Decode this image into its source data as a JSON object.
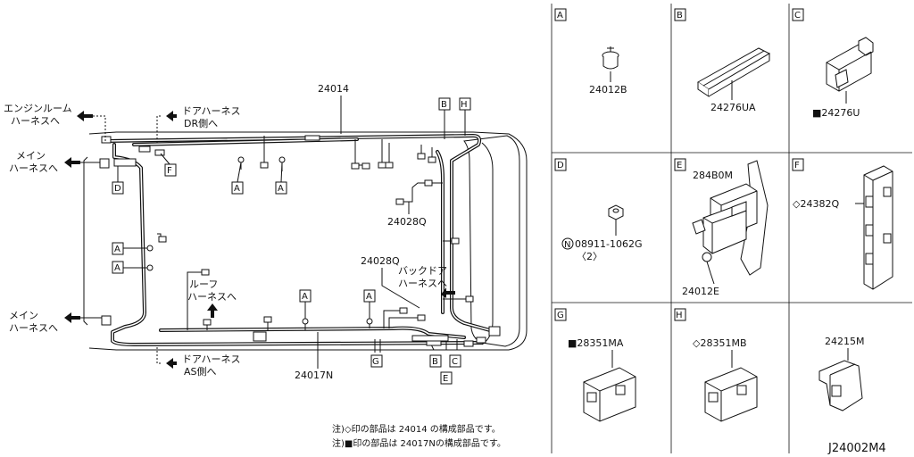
{
  "diagram": {
    "code": "J24002M4",
    "labels": {
      "main_harness": "24014",
      "floor_harness": "24017N",
      "sub_harness_upper": "24028Q",
      "sub_harness_lower": "24028Q",
      "engine_room_1": "エンジンルーム",
      "engine_room_2": "ハーネスへ",
      "main_upper_1": "メイン",
      "main_upper_2": "ハーネスへ",
      "main_lower_1": "メイン",
      "main_lower_2": "ハーネスへ",
      "door_dr_1": "ドアハーネス",
      "door_dr_2": "DR側へ",
      "door_as_1": "ドアハーネス",
      "door_as_2": "AS側へ",
      "roof_1": "ルーフ",
      "roof_2": "ハーネスへ",
      "back_door_1": "バックドア",
      "back_door_2": "ハーネスへ"
    },
    "callouts": [
      "A",
      "B",
      "C",
      "D",
      "E",
      "F",
      "G",
      "H"
    ],
    "notes": [
      "注)◇印の部品は 24014 の構成部品です。",
      "注)■印の部品は 24017Nの構成部品です。"
    ]
  },
  "parts": [
    {
      "letter": "A",
      "part_number": "24012B"
    },
    {
      "letter": "B",
      "part_number": "24276UA"
    },
    {
      "letter": "C",
      "part_number": "■24276U"
    },
    {
      "letter": "D",
      "part_number": "08911-1062G",
      "qty": "〈2〉"
    },
    {
      "letter": "E",
      "part_number": "284B0M",
      "part_number_2": "24012E"
    },
    {
      "letter": "F",
      "part_number": "◇24382Q"
    },
    {
      "letter": "G",
      "part_number": "■28351MA"
    },
    {
      "letter": "H",
      "part_number": "◇28351MB",
      "part_number_2": "24215M"
    }
  ],
  "symbols": {
    "nut_mark": "N"
  }
}
